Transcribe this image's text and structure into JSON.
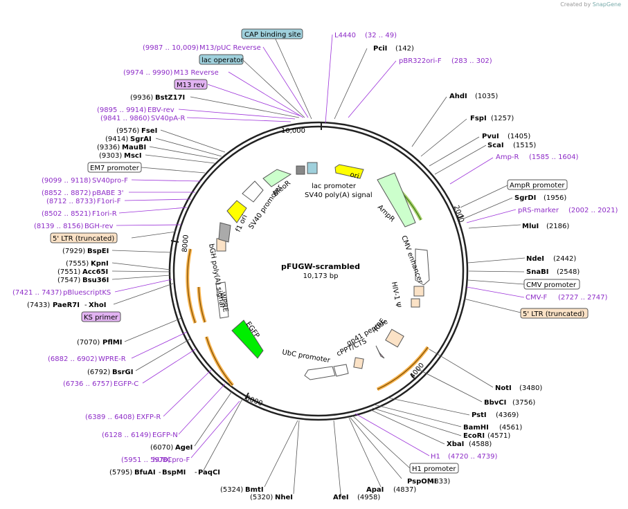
{
  "credit": {
    "prefix": "Created by",
    "brand": "SnapGene"
  },
  "plasmid": {
    "name": "pFUGW-scrambled",
    "size": "10,173 bp"
  },
  "ticks": [
    "10,000",
    "2000",
    "4000",
    "6000",
    "8000"
  ],
  "enzymes": [
    {
      "name": "PciI",
      "pos": "(142)"
    },
    {
      "name": "AhdI",
      "pos": "(1035)"
    },
    {
      "name": "FspI",
      "pos": "(1257)"
    },
    {
      "name": "PvuI",
      "pos": "(1405)"
    },
    {
      "name": "ScaI",
      "pos": "(1515)"
    },
    {
      "name": "SgrDI",
      "pos": "(1956)"
    },
    {
      "name": "MluI",
      "pos": "(2186)"
    },
    {
      "name": "NdeI",
      "pos": "(2442)"
    },
    {
      "name": "SnaBI",
      "pos": "(2548)"
    },
    {
      "name": "NotI",
      "pos": "(3480)"
    },
    {
      "name": "BbvCI",
      "pos": "(3756)"
    },
    {
      "name": "PstI",
      "pos": "(4369)"
    },
    {
      "name": "BamHI",
      "pos": "(4561)"
    },
    {
      "name": "EcoRI",
      "pos": "(4571)"
    },
    {
      "name": "XbaI",
      "pos": "(4588)"
    },
    {
      "name": "PspOMI",
      "pos": "(4833)"
    },
    {
      "name": "ApaI",
      "pos": "(4837)"
    },
    {
      "name": "AfeI",
      "pos": "(4958)"
    },
    {
      "name": "NheI",
      "pos": "(5320)"
    },
    {
      "name": "BmtI",
      "pos": "(5324)"
    },
    {
      "name": "BfuAI",
      "pos": "(5795)"
    },
    {
      "name": "BspMI",
      "pos": ""
    },
    {
      "name": "PaqCI",
      "pos": ""
    },
    {
      "name": "AgeI",
      "pos": "(6070)"
    },
    {
      "name": "BsrGI",
      "pos": "(6792)"
    },
    {
      "name": "PflMI",
      "pos": "(7070)"
    },
    {
      "name": "PaeR7I",
      "pos": "(7433)"
    },
    {
      "name": "XhoI",
      "pos": ""
    },
    {
      "name": "Bsu36I",
      "pos": "(7547)"
    },
    {
      "name": "Acc65I",
      "pos": "(7551)"
    },
    {
      "name": "KpnI",
      "pos": "(7555)"
    },
    {
      "name": "BspEI",
      "pos": "(7929)"
    },
    {
      "name": "MscI",
      "pos": "(9303)"
    },
    {
      "name": "MauBI",
      "pos": "(9336)"
    },
    {
      "name": "SgrAI",
      "pos": "(9414)"
    },
    {
      "name": "FseI",
      "pos": "(9576)"
    },
    {
      "name": "BstZ17I",
      "pos": "(9936)"
    }
  ],
  "primers": [
    {
      "name": "L4440",
      "pos": "(32 .. 49)"
    },
    {
      "name": "pBR322ori-F",
      "pos": "(283 .. 302)"
    },
    {
      "name": "Amp-R",
      "pos": "(1585 .. 1604)"
    },
    {
      "name": "pRS-marker",
      "pos": "(2002 .. 2021)"
    },
    {
      "name": "CMV-F",
      "pos": "(2727 .. 2747)"
    },
    {
      "name": "H1",
      "pos": "(4720 .. 4739)"
    },
    {
      "name": "hUBCpro-F",
      "pos": "(5951 .. 5970)"
    },
    {
      "name": "EGFP-N",
      "pos": "(6128 .. 6149)"
    },
    {
      "name": "EXFP-R",
      "pos": "(6389 .. 6408)"
    },
    {
      "name": "EGFP-C",
      "pos": "(6736 .. 6757)"
    },
    {
      "name": "WPRE-R",
      "pos": "(6882 .. 6902)"
    },
    {
      "name": "pBluescriptKS",
      "pos": "(7421 .. 7437)"
    },
    {
      "name": "BGH-rev",
      "pos": "(8139 .. 8156)"
    },
    {
      "name": "F1ori-R",
      "pos": "(8502 .. 8521)"
    },
    {
      "name": "F1ori-F",
      "pos": "(8712 .. 8733)"
    },
    {
      "name": "pBABE 3'",
      "pos": "(8852 .. 8872)"
    },
    {
      "name": "SV40pro-F",
      "pos": "(9099 .. 9118)"
    },
    {
      "name": "SV40pA-R",
      "pos": "(9841 .. 9860)"
    },
    {
      "name": "EBV-rev",
      "pos": "(9895 .. 9914)"
    },
    {
      "name": "M13 Reverse",
      "pos": "(9974 .. 9990)"
    },
    {
      "name": "M13/pUC Reverse",
      "pos": "(9987 .. 10,009)"
    }
  ],
  "boxed": [
    {
      "name": "CAP binding site",
      "color": "#9fd0dc"
    },
    {
      "name": "lac operator",
      "color": "#9fd0dc"
    },
    {
      "name": "M13 rev",
      "color": "#e2b3f2"
    },
    {
      "name": "EM7 promoter",
      "color": "#ffffff"
    },
    {
      "name": "5' LTR (truncated)",
      "color": "#fbe2c6"
    },
    {
      "name": "KS primer",
      "color": "#e2b3f2"
    },
    {
      "name": "AmpR promoter",
      "color": "#ffffff"
    },
    {
      "name": "CMV promoter",
      "color": "#ffffff"
    },
    {
      "name": "5' LTR (truncated)",
      "color": "#fbe2c6"
    },
    {
      "name": "H1 promoter",
      "color": "#ffffff"
    }
  ],
  "features": [
    "ori",
    "lac promoter",
    "SV40 poly(A) signal",
    "AmpR",
    "CMV enhancer",
    "HIV-1 Ψ",
    "RRE",
    "gp41 peptide",
    "cPPT/CTS",
    "UbC promoter",
    "EGFP",
    "WPRE",
    "bGH poly(A) signal",
    "f1 ori",
    "SV40 promoter",
    "BleoR"
  ],
  "colors": {
    "primer": "#8d2bc7",
    "ori": "#ffff00",
    "resistance": "#ccffcc",
    "egfp": "#00ee00",
    "ltr": "#fbe2c6",
    "orange_arc": "#f7b34d"
  }
}
